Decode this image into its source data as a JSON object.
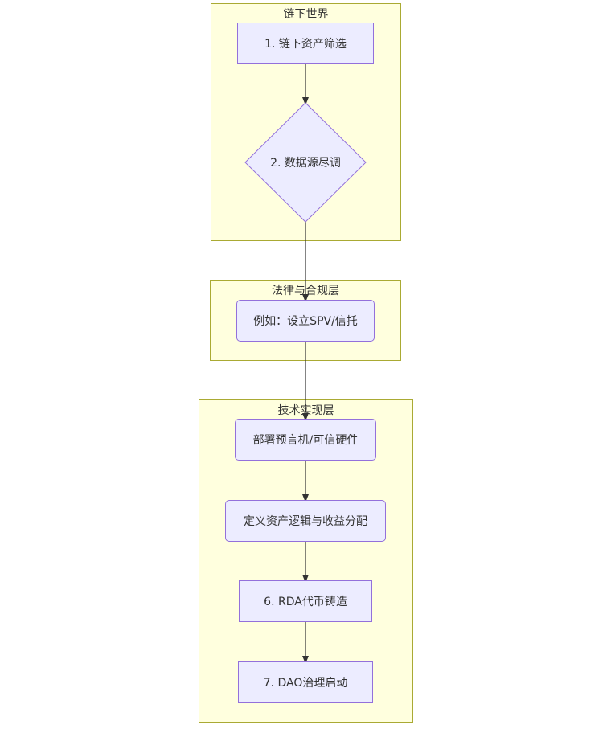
{
  "clusters": {
    "offchain": {
      "title": "链下世界"
    },
    "legal": {
      "title": "法律与合规层"
    },
    "tech": {
      "title": "技术实现层"
    }
  },
  "nodes": {
    "n1": {
      "label": "1. 链下资产筛选"
    },
    "n2": {
      "label": "2. 数据源尽调"
    },
    "n3": {
      "label": "例如：设立SPV/信托"
    },
    "n4": {
      "label": "部署预言机/可信硬件"
    },
    "n5": {
      "label": "定义资产逻辑与收益分配"
    },
    "n6": {
      "label": "6. RDA代币铸造"
    },
    "n7": {
      "label": "7. DAO治理启动"
    }
  },
  "colors": {
    "node_fill": "#ececff",
    "node_border": "#9370db",
    "cluster_fill": "#ffffde",
    "cluster_border": "#aaaa33",
    "edge": "#333333"
  }
}
